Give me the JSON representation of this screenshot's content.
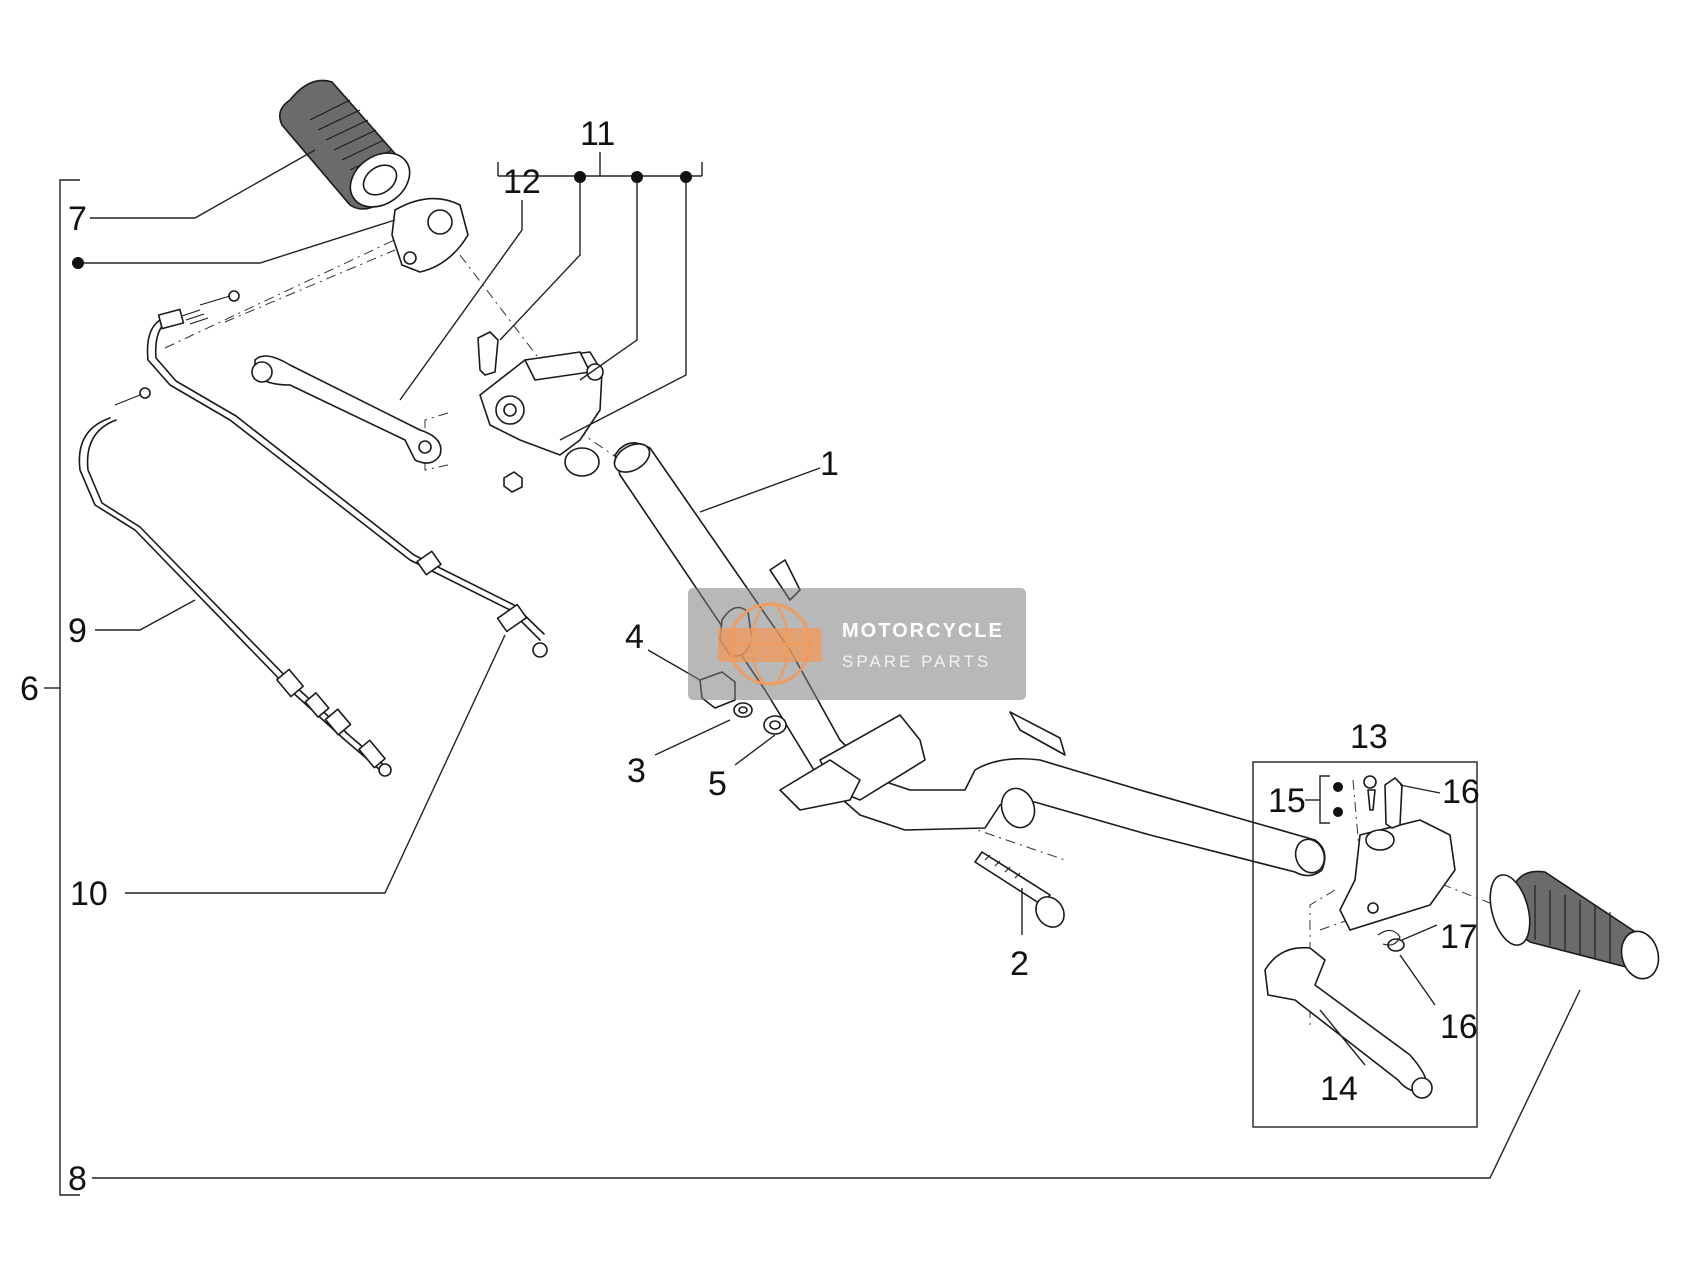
{
  "diagram": {
    "callouts": [
      {
        "id": "1",
        "label": "1"
      },
      {
        "id": "2",
        "label": "2"
      },
      {
        "id": "3",
        "label": "3"
      },
      {
        "id": "4",
        "label": "4"
      },
      {
        "id": "5",
        "label": "5"
      },
      {
        "id": "6",
        "label": "6"
      },
      {
        "id": "7",
        "label": "7"
      },
      {
        "id": "8",
        "label": "8"
      },
      {
        "id": "9",
        "label": "9"
      },
      {
        "id": "10",
        "label": "10"
      },
      {
        "id": "11",
        "label": "11"
      },
      {
        "id": "12",
        "label": "12"
      },
      {
        "id": "13",
        "label": "13"
      },
      {
        "id": "14",
        "label": "14"
      },
      {
        "id": "15",
        "label": "15"
      },
      {
        "id": "16a",
        "label": "16"
      },
      {
        "id": "16b",
        "label": "16"
      },
      {
        "id": "17",
        "label": "17"
      }
    ],
    "watermark": {
      "line1": "MOTORCYCLE",
      "line2": "SPARE PARTS",
      "logo_icon": "globe-logo-icon"
    },
    "colors": {
      "line": "#1a1a1a",
      "grip": "#6b6b6b",
      "watermark": "#7d7d7d",
      "watermark_logo": "#f29a5a"
    }
  }
}
